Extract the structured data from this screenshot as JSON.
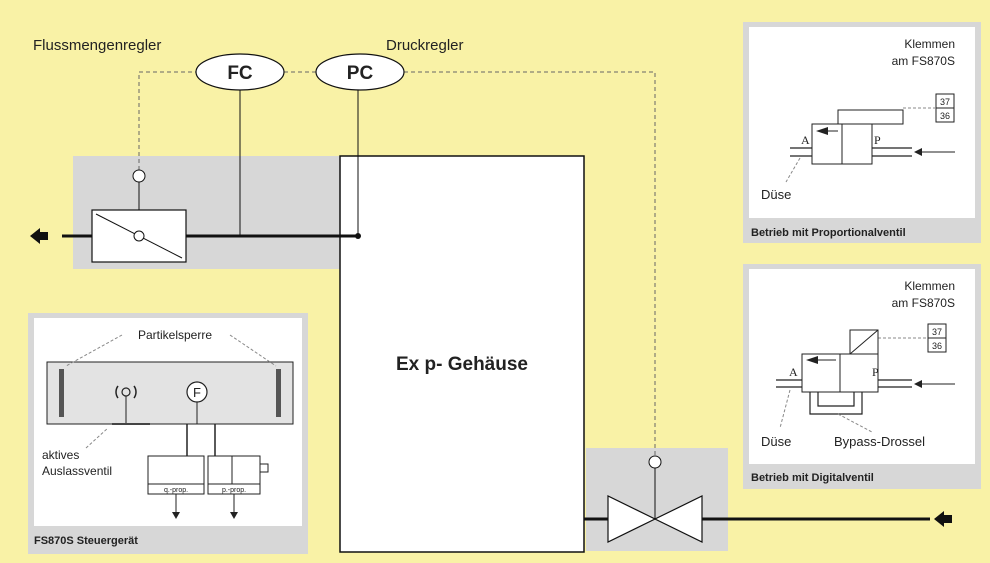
{
  "labels": {
    "flow_controller_title": "Flussmengenregler",
    "pressure_controller_title": "Druckregler",
    "fc": "FC",
    "pc": "PC",
    "enclosure": "Ex p- Gehäuse"
  },
  "steuergeraet": {
    "particle_barrier": "Partikelsperre",
    "outlet_valve_line1": "aktives",
    "outlet_valve_line2": "Auslassventil",
    "flow_sensor": "F",
    "q_prop": "q.-prop.",
    "p_prop": "p.-prop.",
    "caption": "FS870S Steuergerät"
  },
  "proportional_panel": {
    "terminals_line1": "Klemmen",
    "terminals_line2": "am FS870S",
    "terminal_top": "37",
    "terminal_bottom": "36",
    "port_a": "A",
    "port_p": "P",
    "nozzle": "Düse",
    "caption": "Betrieb mit Proportionalventil"
  },
  "digital_panel": {
    "terminals_line1": "Klemmen",
    "terminals_line2": "am FS870S",
    "terminal_top": "37",
    "terminal_bottom": "36",
    "port_a": "A",
    "port_p": "P",
    "nozzle": "Düse",
    "bypass": "Bypass-Drossel",
    "caption": "Betrieb mit Digitalventil"
  },
  "colors": {
    "background": "#f9f2a6",
    "panel_gray": "#d7d7d7",
    "line": "#111111"
  }
}
